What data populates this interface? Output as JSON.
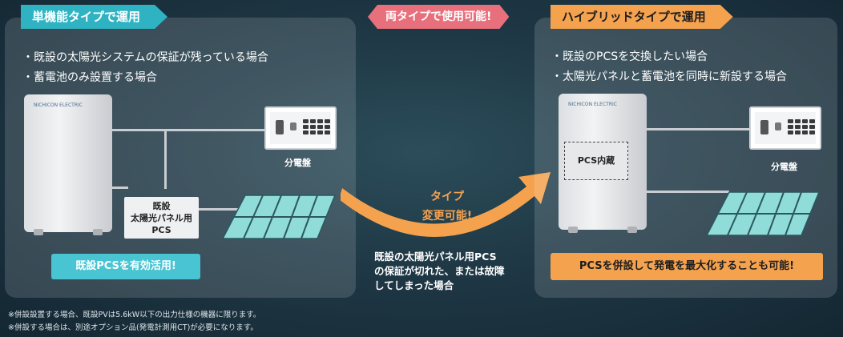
{
  "left": {
    "tab_label": "単機能タイプで運用",
    "bullets": [
      "既設の太陽光システムの保証が残っている場合",
      "蓄電池のみ設置する場合"
    ],
    "panel_board_label": "分電盤",
    "pcs_label_lines": [
      "既設",
      "太陽光パネル用",
      "PCS"
    ],
    "callout": "既設PCSを有効活用!",
    "brand": "NICHICON ELECTRIC"
  },
  "center": {
    "tab_label": "両タイプで使用可能!",
    "arrow_label_lines": [
      "タイプ",
      "変更可能!"
    ],
    "note_lines": [
      "既設の太陽光パネル用PCS",
      "の保証が切れた、または故障",
      "してしまった場合"
    ]
  },
  "right": {
    "tab_label": "ハイブリッドタイプで運用",
    "bullets": [
      "既設のPCSを交換したい場合",
      "太陽光パネルと蓄電池を同時に新設する場合"
    ],
    "panel_board_label": "分電盤",
    "pcs_builtin_label": "PCS内蔵",
    "callout": "PCSを併設して発電を最大化することも可能!",
    "brand": "NICHICON ELECTRIC"
  },
  "footnotes": [
    "※併設設置する場合、既設PVは5.6kW以下の出力仕様の機器に限ります。",
    "※併設する場合は、別途オプション品(発電計測用CT)が必要になります。"
  ],
  "colors": {
    "teal": "#2fb3c2",
    "orange": "#f5a24f",
    "pink": "#e8707c"
  },
  "icons": [
    "battery-unit-icon",
    "distribution-board-icon",
    "solar-panel-icon",
    "curved-arrow-icon"
  ]
}
